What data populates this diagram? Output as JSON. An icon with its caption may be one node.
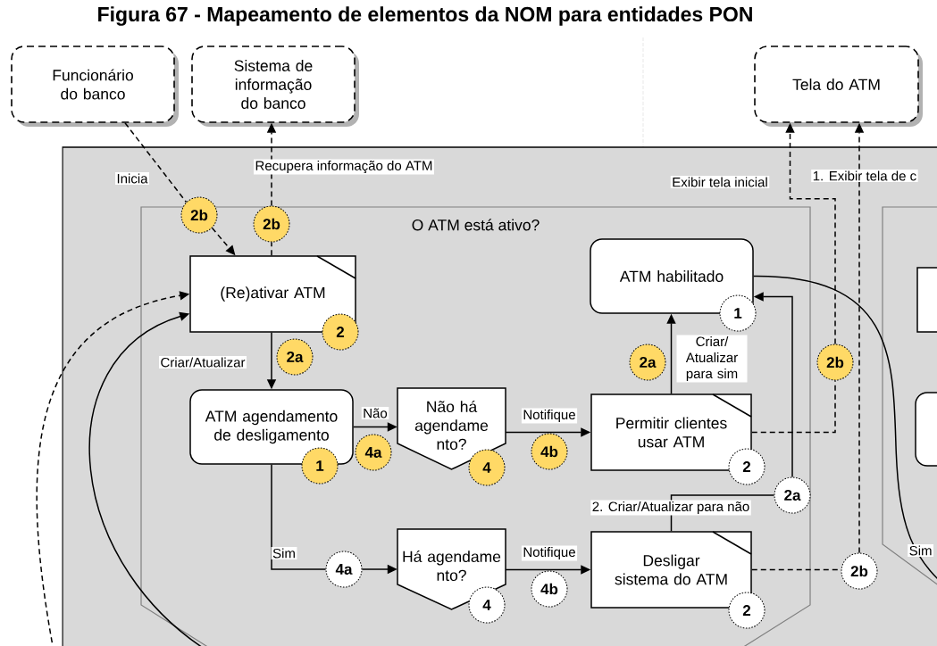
{
  "diagram": {
    "title": "Figura 67 - Mapeamento de elementos da NOM para entidades PON",
    "nodes": [
      {
        "text": [
          "Funcionário do banco"
        ]
      },
      {
        "text": [
          "Sistema de informação do banco"
        ]
      },
      {
        "text": [
          "Tela do ATM"
        ]
      },
      {
        "text": [],
        "shape": "box"
      },
      {
        "text": [
          "O ATM está ativo?"
        ],
        "in": 3
      },
      {
        "text": [],
        "shape": "box",
        "in": 3
      },
      {
        "text": [
          "(Re)ativar ATM"
        ],
        "in": 4
      },
      {
        "text": [
          "ATM agendamento de desligamento"
        ],
        "in": 4
      },
      {
        "text": [
          "Não há agendame nto?"
        ],
        "in": 4
      },
      {
        "text": [
          "ATM habilitado"
        ],
        "in": 4
      },
      {
        "text": [
          "Permitir clientes usar ATM"
        ],
        "in": 4
      },
      {
        "text": [
          "Há agendame nto?"
        ],
        "in": 4
      },
      {
        "text": [
          "Desligar sistema do ATM"
        ],
        "in": 4
      },
      {
        "text": [],
        "shape": "box",
        "in": 5
      },
      {
        "text": [],
        "shape": "box",
        "in": 5
      },
      {
        "text": [
          "2b"
        ],
        "in": 3
      },
      {
        "text": [
          "2b"
        ],
        "in": 4
      },
      {
        "text": [
          "2"
        ],
        "in": 4
      },
      {
        "text": [
          "2a"
        ],
        "in": 4
      },
      {
        "text": [
          "1"
        ],
        "in": 4
      },
      {
        "text": [
          "4a"
        ],
        "in": 4
      },
      {
        "text": [
          "4"
        ],
        "in": 4
      },
      {
        "text": [
          "4b"
        ],
        "in": 4
      },
      {
        "text": [
          "2a"
        ],
        "in": 4
      },
      {
        "text": [
          "1"
        ],
        "in": 4
      },
      {
        "text": [
          "2b"
        ],
        "in": 3
      },
      {
        "text": [
          "2"
        ],
        "in": 4
      },
      {
        "text": [
          "2a"
        ],
        "in": 4
      },
      {
        "text": [
          "4a"
        ],
        "in": 4
      },
      {
        "text": [
          "4"
        ],
        "in": 4
      },
      {
        "text": [
          "4b"
        ],
        "in": 4
      },
      {
        "text": [
          "2"
        ],
        "in": 4
      },
      {
        "text": [
          "2b"
        ],
        "in": 3
      }
    ],
    "edges": [
      {
        "from": 0,
        "to": 15,
        "arrow": "none",
        "style": "dashed",
        "label": "Inicia"
      },
      {
        "from": 15,
        "to": 6,
        "arrow": "to",
        "style": "dashed"
      },
      {
        "from": 6,
        "to": 16,
        "arrow": "none",
        "style": "dashed"
      },
      {
        "from": 16,
        "to": 1,
        "arrow": "to",
        "style": "dashed",
        "label": "Recupera informação do ATM"
      },
      {
        "from": 6,
        "to": 7,
        "arrow": "to",
        "label": "Criar/Atualizar"
      },
      {
        "from": 7,
        "to": 8,
        "arrow": "to",
        "label": "Não"
      },
      {
        "from": 7,
        "to": 28,
        "arrow": "none",
        "label": "Sim"
      },
      {
        "from": 28,
        "to": 11,
        "arrow": "to"
      },
      {
        "from": 8,
        "to": 10,
        "arrow": "to",
        "label": "Notifique"
      },
      {
        "from": 11,
        "to": 12,
        "arrow": "to",
        "label": "Notifique"
      },
      {
        "from": 10,
        "to": 9,
        "arrow": "to",
        "label": "Criar/ Atualizar para sim"
      },
      {
        "from": 12,
        "to": 27,
        "arrow": "none",
        "label": "2. Criar/Atualizar para não"
      },
      {
        "from": 27,
        "to": 9,
        "arrow": "to"
      },
      {
        "from": 10,
        "to": 25,
        "arrow": "none",
        "style": "dashed"
      },
      {
        "from": 25,
        "to": 2,
        "arrow": "to",
        "style": "dashed",
        "label": "Exibir tela inicial"
      },
      {
        "from": 12,
        "to": 32,
        "arrow": "none",
        "style": "dashed"
      },
      {
        "from": 32,
        "to": 2,
        "arrow": "to",
        "style": "dashed",
        "label": "1. Exibir tela de c"
      },
      {
        "from": null,
        "to": 6,
        "arrow": "to"
      },
      {
        "from": null,
        "to": 6,
        "arrow": "to",
        "style": "dashed"
      },
      {
        "from": 9,
        "to": null,
        "arrow": "none",
        "label": "Sim"
      }
    ]
  }
}
